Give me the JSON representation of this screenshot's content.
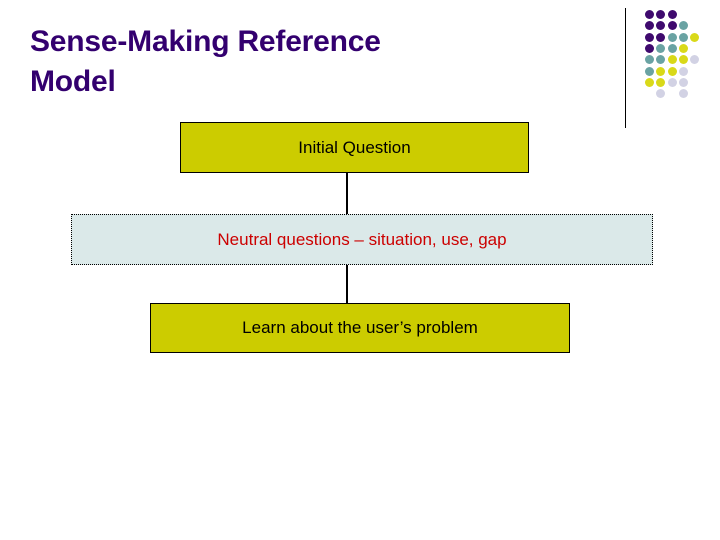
{
  "slide": {
    "title": "Sense-Making Reference\nModel",
    "title_color": "#33006f",
    "background": "#ffffff"
  },
  "diagram": {
    "type": "flow",
    "orientation": "vertical",
    "nodes": [
      {
        "id": "initial-question",
        "label": "Initial Question",
        "fill": "#cccc00",
        "text_color": "#000000",
        "border_style": "solid",
        "border_color": "#000000"
      },
      {
        "id": "neutral-questions",
        "label": "Neutral questions – situation, use, gap",
        "fill": "#dbe9e9",
        "text_color": "#cc0000",
        "border_style": "dotted",
        "border_color": "#000000"
      },
      {
        "id": "learn-problem",
        "label": "Learn about the user’s problem",
        "fill": "#cccc00",
        "text_color": "#000000",
        "border_style": "solid",
        "border_color": "#000000"
      }
    ],
    "edges": [
      {
        "from": "initial-question",
        "to": "neutral-questions"
      },
      {
        "from": "neutral-questions",
        "to": "learn-problem"
      }
    ]
  },
  "logo": {
    "name": "dot-grid-logo",
    "rule_color": "#000000",
    "colors": {
      "purple": "#3f0a6e",
      "teal": "#6aa3a3",
      "yellow": "#d9d919",
      "lavender": "#d2d2e4"
    },
    "rows": [
      [
        "purple",
        "purple",
        "purple",
        null,
        null,
        null,
        null
      ],
      [
        "purple",
        "purple",
        "purple",
        "teal",
        null,
        null,
        null
      ],
      [
        "purple",
        "purple",
        "teal",
        "teal",
        "yellow",
        null,
        null
      ],
      [
        "purple",
        "teal",
        "teal",
        "yellow",
        null,
        null,
        null
      ],
      [
        "teal",
        "teal",
        "yellow",
        "yellow",
        "lavender",
        null,
        null
      ],
      [
        "teal",
        "yellow",
        "yellow",
        "lavender",
        null,
        null,
        null
      ],
      [
        "yellow",
        "yellow",
        "lavender",
        "lavender",
        null,
        null,
        null
      ],
      [
        null,
        "lavender",
        null,
        "lavender",
        null,
        null,
        null
      ]
    ]
  }
}
